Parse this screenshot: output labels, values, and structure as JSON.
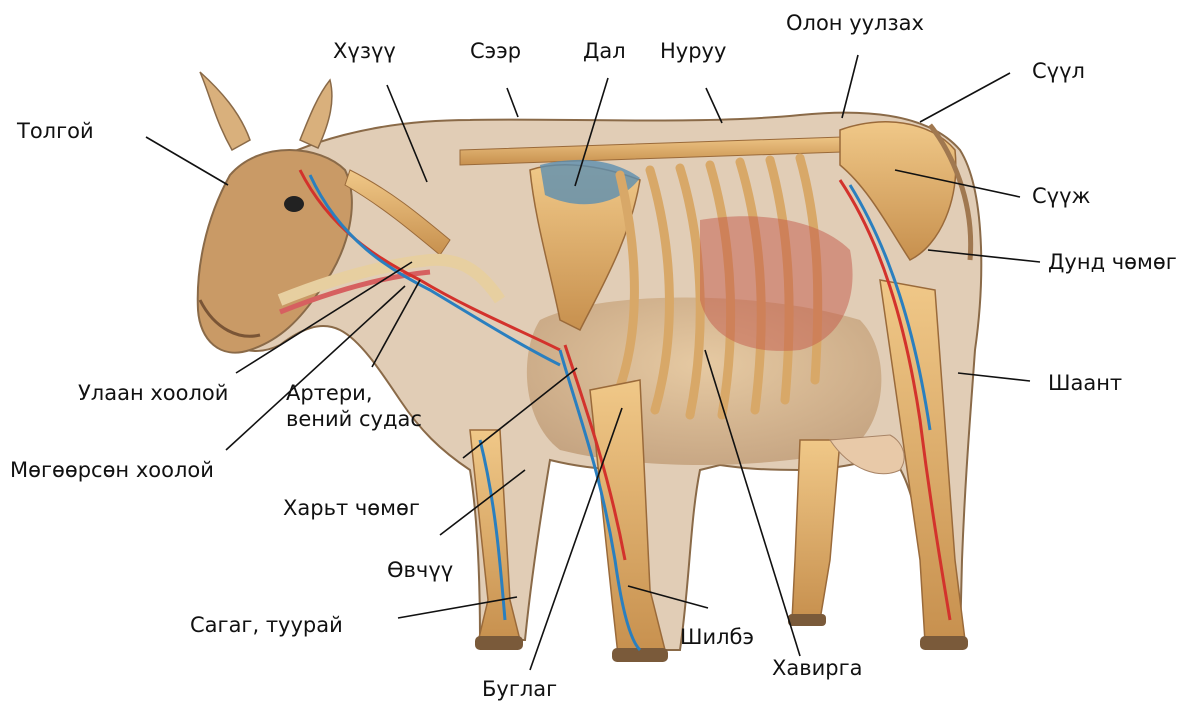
{
  "labels": {
    "tolgoi": "Толгой",
    "khuzuu": "Хүзүү",
    "seer": "Сээр",
    "dal": "Дал",
    "nuruu": "Нуруу",
    "olon_uulzakh": "Олон уулзах",
    "suul": "Сүүл",
    "suuj": "Сүүж",
    "dund_chomog": "Дунд чөмөг",
    "shaant": "Шаант",
    "ulaan_khooloi": "Улаан хоолой",
    "arteri": "Артери,\nвений судас",
    "mogoorson_khooloi": "Мөгөөрсөн хоолой",
    "kharit_chomog": "Харьт чөмөг",
    "ovchuu": "Өвчүү",
    "sagag": "Сагаг, туурай",
    "shilbe": "Шилбэ",
    "khavirga": "Хавирга",
    "buglag": "Буглаг"
  }
}
